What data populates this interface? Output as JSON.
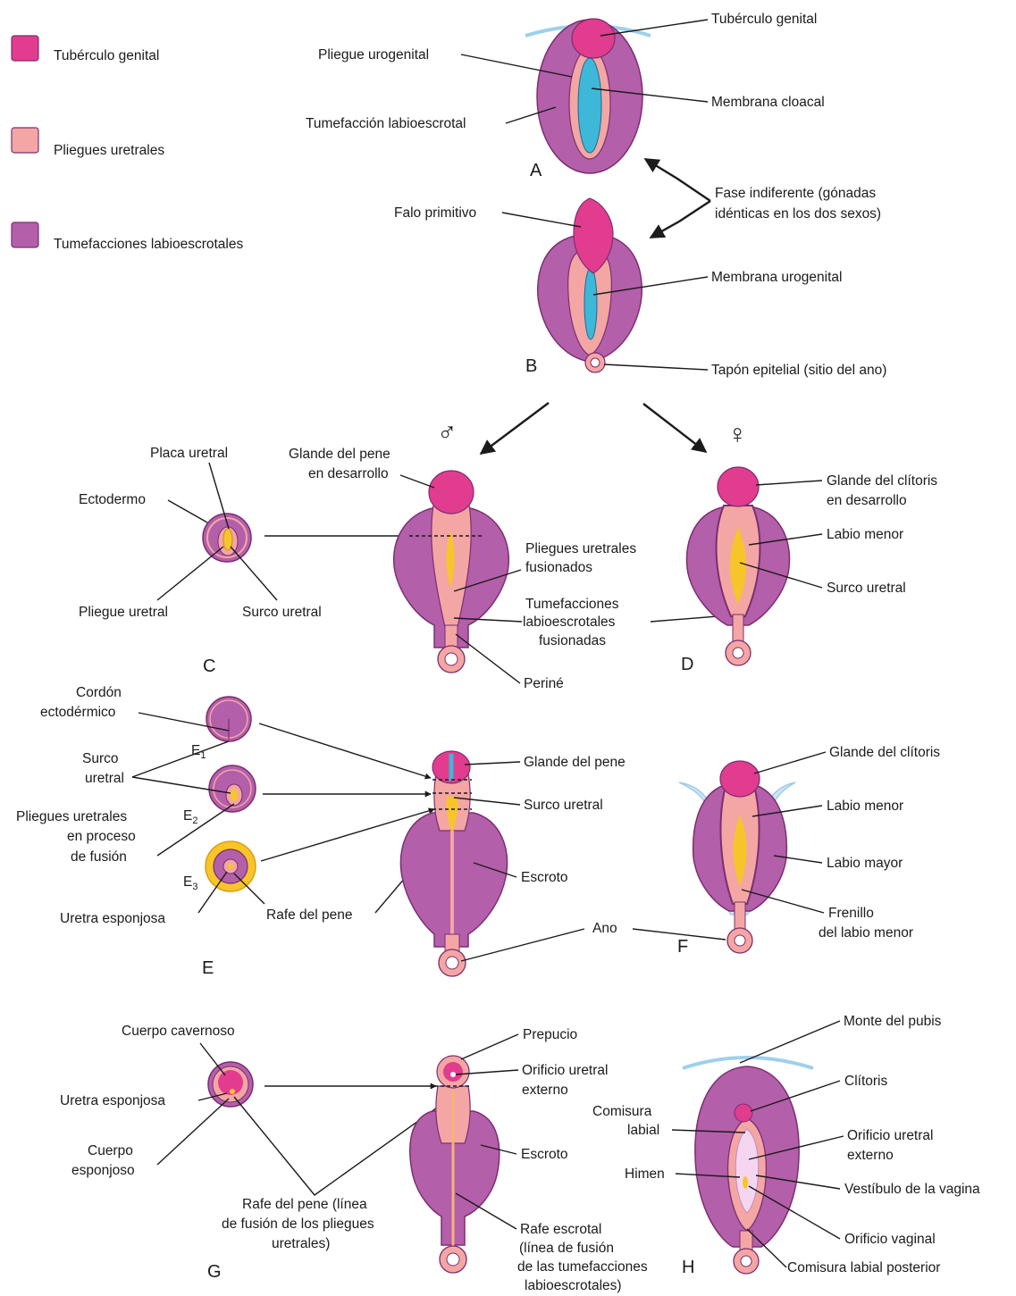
{
  "colors": {
    "tuberculo": "#e23c8e",
    "pliegues": "#f4a6a4",
    "tumefacciones": "#b45fa9",
    "membrana": "#3db8d8",
    "surco": "#f7c52a",
    "outline": "#7c2e71",
    "skin": "#cfe5f5"
  },
  "legend": {
    "items": [
      {
        "label": "Tubérculo genital",
        "color": "#e23c8e"
      },
      {
        "label": "Pliegues uretrales",
        "color": "#f4a6a4"
      },
      {
        "label": "Tumefacciones labioescrotales",
        "color": "#b45fa9"
      }
    ]
  },
  "symbols": {
    "male": "♂",
    "female": "♀"
  },
  "panels": {
    "A": {
      "letter": "A",
      "labels": {
        "tuberculo": "Tubérculo genital",
        "pliegue": "Pliegue urogenital",
        "membrana": "Membrana cloacal",
        "tumefaccion": "Tumefacción labioescrotal"
      },
      "fase": [
        "Fase indiferente (gónadas",
        "idénticas en los dos sexos)"
      ]
    },
    "B": {
      "letter": "B",
      "labels": {
        "falo": "Falo primitivo",
        "membrana": "Membrana urogenital",
        "tapon": "Tapón epitelial (sitio del ano)"
      }
    },
    "C": {
      "letter": "C",
      "labels": {
        "placa": "Placa uretral",
        "ectodermo": "Ectodermo",
        "pliegue": "Pliegue uretral",
        "surco": "Surco uretral",
        "glande": [
          "Glande del pene",
          "en desarrollo"
        ],
        "fusionados": [
          "Pliegues uretrales",
          "fusionados"
        ],
        "tumefacciones": [
          "Tumefacciones",
          "labioescrotales",
          "fusionadas"
        ],
        "perine": "Periné"
      }
    },
    "D": {
      "letter": "D",
      "labels": {
        "glande": [
          "Glande del clítoris",
          "en desarrollo"
        ],
        "labio": "Labio menor",
        "surco": "Surco uretral"
      }
    },
    "E": {
      "letter": "E",
      "labels": {
        "cordon": [
          "Cordón",
          "ectodérmico"
        ],
        "surco": [
          "Surco",
          "uretral"
        ],
        "pliegues": [
          "Pliegues uretrales",
          "en proceso",
          "de fusión"
        ],
        "uretra": "Uretra esponjosa",
        "rafe": "Rafe del pene",
        "glande": "Glande del pene",
        "surco_r": "Surco uretral",
        "escroto": "Escroto",
        "ano": "Ano"
      },
      "sub": {
        "E1": {
          "main": "E",
          "sub": "1"
        },
        "E2": {
          "main": "E",
          "sub": "2"
        },
        "E3": {
          "main": "E",
          "sub": "3"
        }
      }
    },
    "F": {
      "letter": "F",
      "labels": {
        "glande": "Glande del clítoris",
        "labio_menor": "Labio menor",
        "labio_mayor": "Labio mayor",
        "frenillo": [
          "Frenillo",
          "del labio menor"
        ]
      }
    },
    "G": {
      "letter": "G",
      "labels": {
        "cavernoso": "Cuerpo cavernoso",
        "uretra": "Uretra esponjosa",
        "esponjoso": [
          "Cuerpo",
          "esponjoso"
        ],
        "rafe": [
          "Rafe del pene (línea",
          "de fusión de los pliegues",
          "uretrales)"
        ],
        "prepucio": "Prepucio",
        "orificio": [
          "Orificio uretral",
          "externo"
        ],
        "escroto": "Escroto",
        "rafe_escrotal": [
          "Rafe escrotal",
          "(línea de fusión",
          "de las tumefacciones",
          "labioescrotales)"
        ]
      }
    },
    "H": {
      "letter": "H",
      "labels": {
        "monte": "Monte del pubis",
        "clitoris": "Clítoris",
        "comisura": [
          "Comisura",
          "labial"
        ],
        "orificio": [
          "Orificio uretral",
          "externo"
        ],
        "himen": "Himen",
        "vestibulo": "Vestíbulo de la vagina",
        "vaginal": "Orificio vaginal",
        "posterior": "Comisura labial posterior"
      }
    }
  }
}
